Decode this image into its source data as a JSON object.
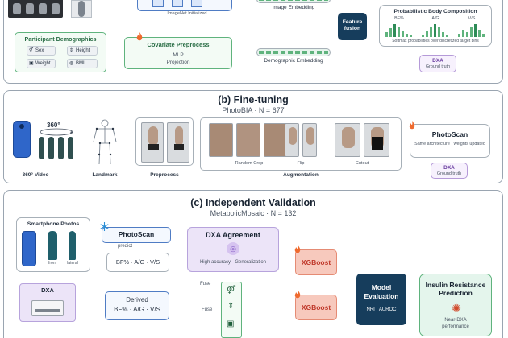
{
  "colors": {
    "navy": "#163d5c",
    "green_border": "#5fb37d",
    "green_fill": "#f3fbf5",
    "blue_border": "#4f7cc4",
    "violet_border": "#b59ad8",
    "salmon_fill": "#f7c9bd",
    "salmon_text": "#c0392b",
    "flame": "#ef6a2e",
    "snow": "#2b8fd6"
  },
  "icons": [
    "flame-icon",
    "snowflake-icon",
    "rotate-360-icon",
    "ok-hand-icon",
    "virus-icon",
    "user-icon",
    "ruler-icon",
    "scale-icon",
    "bmi-icon"
  ],
  "panel_a": {
    "imagenet_label": "ImageNet Initialized",
    "image_embedding": "Image Embedding",
    "demographics": {
      "title": "Participant Demographics",
      "items": [
        "Sex",
        "Height",
        "Weight",
        "BMI"
      ]
    },
    "covariate": {
      "title": "Covariate Preprocess",
      "line1": "MLP",
      "line2": "Projection"
    },
    "demographic_embedding": "Demographic Embedding",
    "feature_fusion": {
      "line1": "Feature",
      "line2": "fusion"
    },
    "prob": {
      "title": "Probabilistic Body Composition",
      "labels": [
        "BF%",
        "A/G",
        "V/S"
      ],
      "caption": "Softmax probabilities over discretized target bins"
    },
    "dxa": {
      "title": "DXA",
      "sub": "Ground truth"
    }
  },
  "panel_b": {
    "title": "(b) Fine-tuning",
    "subtitle": "PhotoBIA · N = 677",
    "degree_label": "360°",
    "steps": [
      "360° Video",
      "Landmark",
      "Preprocess",
      "Augmentation"
    ],
    "aug_labels": [
      "Random Crop",
      "Flip",
      "Cutout"
    ],
    "photoscan": {
      "title": "PhotoScan",
      "sub": "Same architecture · weights updated"
    },
    "dxa": {
      "title": "DXA",
      "sub": "Ground truth"
    }
  },
  "panel_c": {
    "title": "(c) Independent Validation",
    "subtitle": "MetabolicMosaic · N = 132",
    "smartphone": {
      "title": "Smartphone Photos",
      "front": "front",
      "lateral": "lateral"
    },
    "photoscan": "PhotoScan",
    "predict": "predict",
    "predicted_vals": "BF% · A/G · V/S",
    "agreement": {
      "title": "DXA Agreement",
      "sub": "High accuracy · Generalization"
    },
    "xgboost_top": "XGBoost",
    "xgboost_mid": "XGBoost",
    "dxa": "DXA",
    "derived": {
      "line1": "Derived",
      "line2": "BF% · A/G · V/S"
    },
    "fuse_labels": [
      "Fuse",
      "Fuse"
    ],
    "model_eval": {
      "line1": "Model",
      "line2": "Evaluation",
      "sub": "NRI · AUROC"
    },
    "insulin": {
      "line1": "Insulin Resistance",
      "line2": "Prediction",
      "sub1": "Near-DXA",
      "sub2": "performance"
    }
  }
}
